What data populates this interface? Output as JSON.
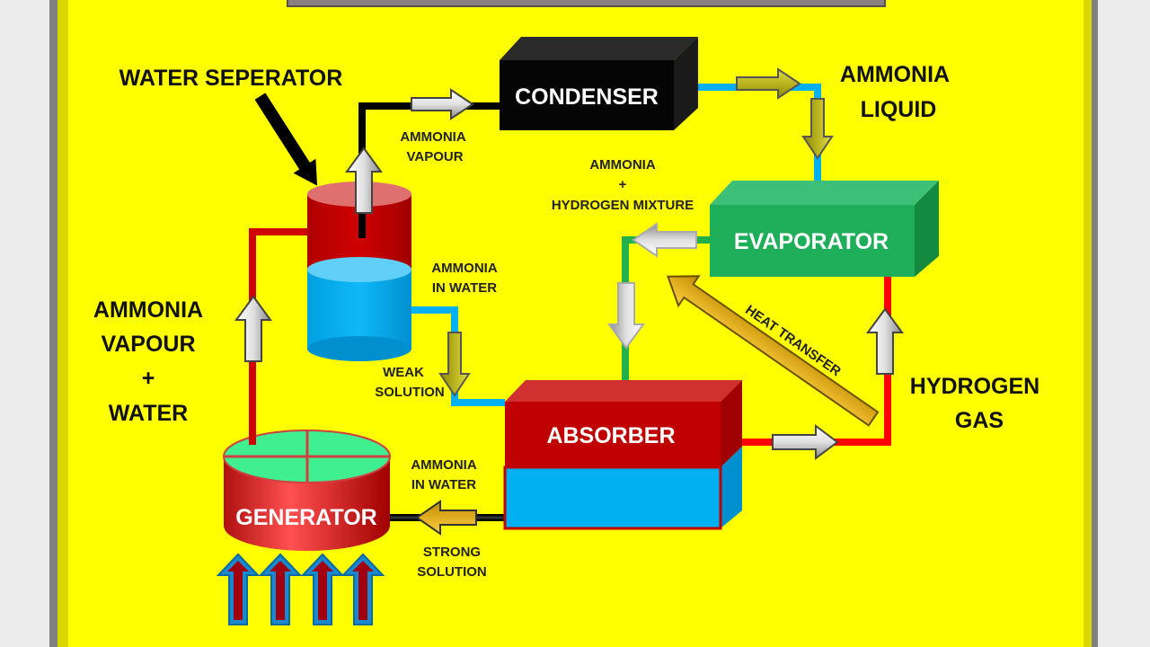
{
  "components": {
    "condenser": "CONDENSER",
    "evaporator": "EVAPORATOR",
    "absorber": "ABSORBER",
    "generator": "GENERATOR"
  },
  "labels": {
    "water_separator": "WATER SEPERATOR",
    "ammonia_vapour_top": [
      "AMMONIA",
      "VAPOUR"
    ],
    "ammonia_liquid": [
      "AMMONIA",
      "LIQUID"
    ],
    "ammonia_hydrogen_mixture": [
      "AMMONIA",
      "+",
      "HYDROGEN MIXTURE"
    ],
    "ammonia_in_water_separator": [
      "AMMONIA",
      "IN WATER"
    ],
    "ammonia_vapour_water": [
      "AMMONIA",
      "VAPOUR",
      "+",
      "WATER"
    ],
    "weak_solution": [
      "WEAK",
      "SOLUTION"
    ],
    "heat_transfer": "HEAT TRANSFER",
    "hydrogen_gas": [
      "HYDROGEN",
      "GAS"
    ],
    "ammonia_in_water_generator": [
      "AMMONIA",
      "IN WATER"
    ],
    "strong_solution": [
      "STRONG",
      "SOLUTION"
    ]
  },
  "colors": {
    "background": "#ffff00",
    "condenser": "#111111",
    "evaporator": "#1fae5a",
    "absorber_top": "#c00000",
    "absorber_bottom": "#00b0f0",
    "generator_body": "#e03030",
    "generator_top": "#40f090",
    "pipe_red": "#ff0000",
    "pipe_blue": "#00b0f0",
    "pipe_green": "#22b04c",
    "pipe_black": "#000000"
  }
}
